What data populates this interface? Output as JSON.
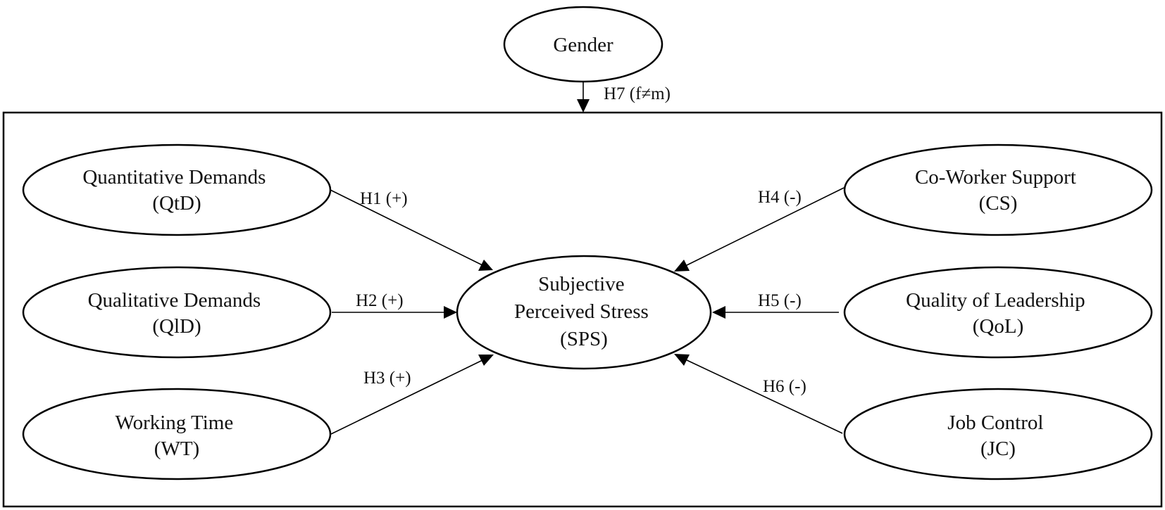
{
  "diagram": {
    "nodes": {
      "gender": {
        "lines": [
          "Gender"
        ]
      },
      "qtd": {
        "lines": [
          "Quantitative Demands",
          "(QtD)"
        ]
      },
      "qld": {
        "lines": [
          "Qualitative Demands",
          "(QlD)"
        ]
      },
      "wt": {
        "lines": [
          "Working Time",
          "(WT)"
        ]
      },
      "sps": {
        "lines": [
          "Subjective",
          "Perceived Stress",
          "(SPS)"
        ]
      },
      "cs": {
        "lines": [
          "Co-Worker Support",
          "(CS)"
        ]
      },
      "qol": {
        "lines": [
          "Quality of Leadership",
          "(QoL)"
        ]
      },
      "jc": {
        "lines": [
          "Job Control",
          "(JC)"
        ]
      }
    },
    "edges": {
      "h1": {
        "from": "qtd",
        "to": "sps",
        "label": "H1 (+)"
      },
      "h2": {
        "from": "qld",
        "to": "sps",
        "label": "H2 (+)"
      },
      "h3": {
        "from": "wt",
        "to": "sps",
        "label": "H3 (+)"
      },
      "h4": {
        "from": "cs",
        "to": "sps",
        "label": "H4 (-)"
      },
      "h5": {
        "from": "qol",
        "to": "sps",
        "label": "H5 (-)"
      },
      "h6": {
        "from": "jc",
        "to": "sps",
        "label": "H6 (-)"
      },
      "h7": {
        "from": "gender",
        "to": "model-frame",
        "label": "H7 (f≠m)"
      }
    },
    "colors": {
      "stroke": "#000000",
      "fill": "#ffffff",
      "text": "#111111"
    }
  }
}
